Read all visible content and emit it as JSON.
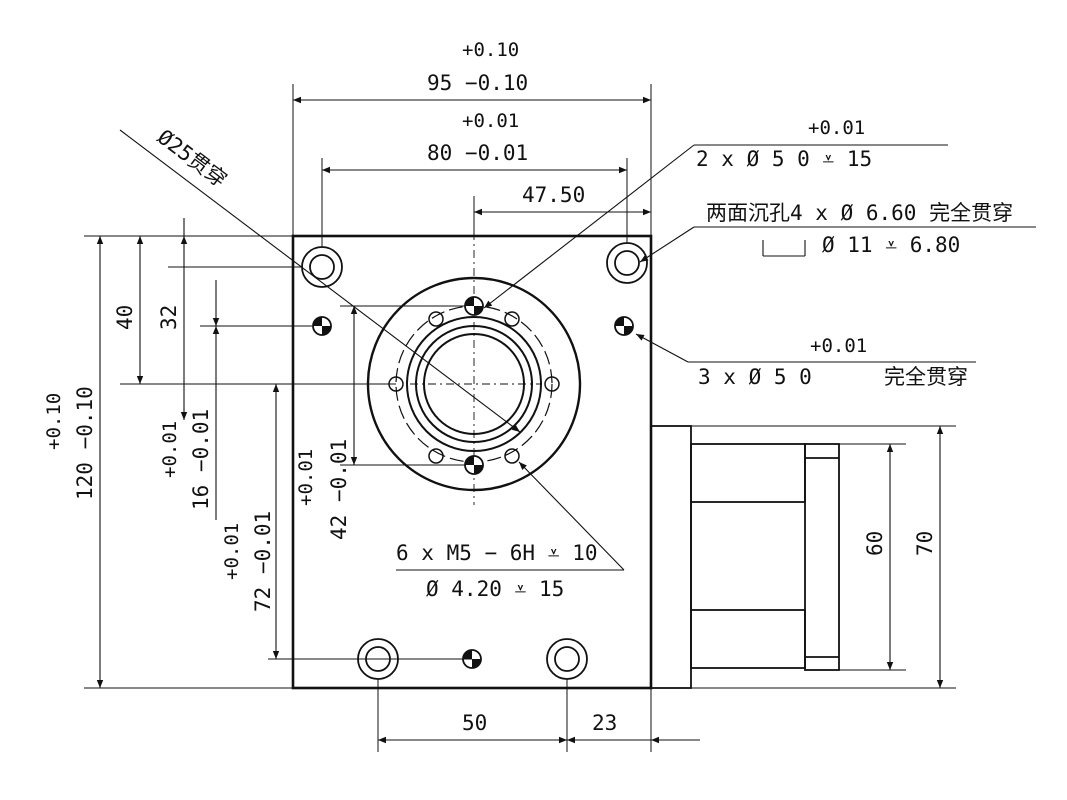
{
  "drawing": {
    "dimensions": {
      "width_95": {
        "tol_upper": "+0.10",
        "nominal_lower": "95 −0.10"
      },
      "width_80": {
        "tol_upper": "+0.01",
        "nominal_lower": "80 −0.01"
      },
      "offset_47": "47.50",
      "height_120": {
        "tol_upper": "+0.10",
        "nominal_lower": "120 −0.10"
      },
      "v_40": "40",
      "v_32": "32",
      "v_16": {
        "tol_upper": "+0.01",
        "nominal_lower": "16 −0.01"
      },
      "v_72": {
        "tol_upper": "+0.01",
        "nominal_lower": "72 −0.01"
      },
      "v_42": {
        "tol_upper": "+0.01",
        "nominal_lower": "42 −0.01"
      },
      "bottom_50": "50",
      "bottom_23": "23",
      "side_60": "60",
      "side_70": "70"
    },
    "callouts": {
      "bore": "Ø25贯穿",
      "pin_top": {
        "tol": "+0.01",
        "spec": "2 x  Ø  5  0      ⩡ 15"
      },
      "counterbore": {
        "line1": "两面沉孔4 x  Ø  6.60 完全贯穿",
        "line2": "Ø  11  ⩡  6.80"
      },
      "pin_side": {
        "tol": "+0.01",
        "spec": "3 x  Ø  5  0",
        "note": "完全贯穿"
      },
      "thread": {
        "line1": "6 x  M5 − 6H  ⩡  10",
        "line2": "Ø  4.20 ⩡  15"
      }
    }
  }
}
